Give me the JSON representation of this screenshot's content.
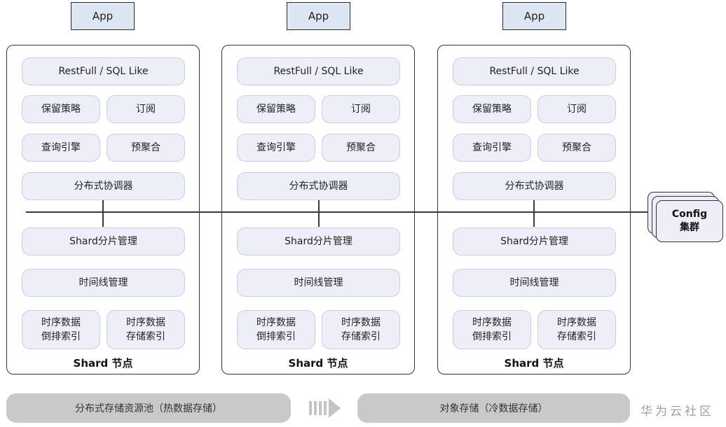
{
  "apps": [
    {
      "label": "App"
    },
    {
      "label": "App"
    },
    {
      "label": "App"
    }
  ],
  "nodes": [
    {
      "title": "Shard 节点",
      "api": "RestFull / SQL Like",
      "retention": "保留策略",
      "subscribe": "订阅",
      "query_engine": "查询引擎",
      "pre_aggregation": "预聚合",
      "coordinator": "分布式协调器",
      "shard_mgmt": "Shard分片管理",
      "timeline_mgmt": "时间线管理",
      "inverted_index": [
        "时序数据",
        "倒排索引"
      ],
      "storage_index": [
        "时序数据",
        "存储索引"
      ]
    },
    {
      "title": "Shard 节点",
      "api": "RestFull / SQL Like",
      "retention": "保留策略",
      "subscribe": "订阅",
      "query_engine": "查询引擎",
      "pre_aggregation": "预聚合",
      "coordinator": "分布式协调器",
      "shard_mgmt": "Shard分片管理",
      "timeline_mgmt": "时间线管理",
      "inverted_index": [
        "时序数据",
        "倒排索引"
      ],
      "storage_index": [
        "时序数据",
        "存储索引"
      ]
    },
    {
      "title": "Shard 节点",
      "api": "RestFull / SQL Like",
      "retention": "保留策略",
      "subscribe": "订阅",
      "query_engine": "查询引擎",
      "pre_aggregation": "预聚合",
      "coordinator": "分布式协调器",
      "shard_mgmt": "Shard分片管理",
      "timeline_mgmt": "时间线管理",
      "inverted_index": [
        "时序数据",
        "倒排索引"
      ],
      "storage_index": [
        "时序数据",
        "存储索引"
      ]
    }
  ],
  "config": [
    "Config",
    "集群"
  ],
  "storage": {
    "hot_pool": "分布式存储资源池（热数据存储）",
    "arrow_icon": "fast-forward-arrow-icon",
    "cold_pool": "对象存储（冷数据存储）"
  },
  "watermark": "华为云社区",
  "colors": {
    "app_fill": "#dde6f3",
    "module_fill": "#eceff7",
    "pool_fill": "#c9c9c9",
    "line": "#3a3a3a"
  }
}
